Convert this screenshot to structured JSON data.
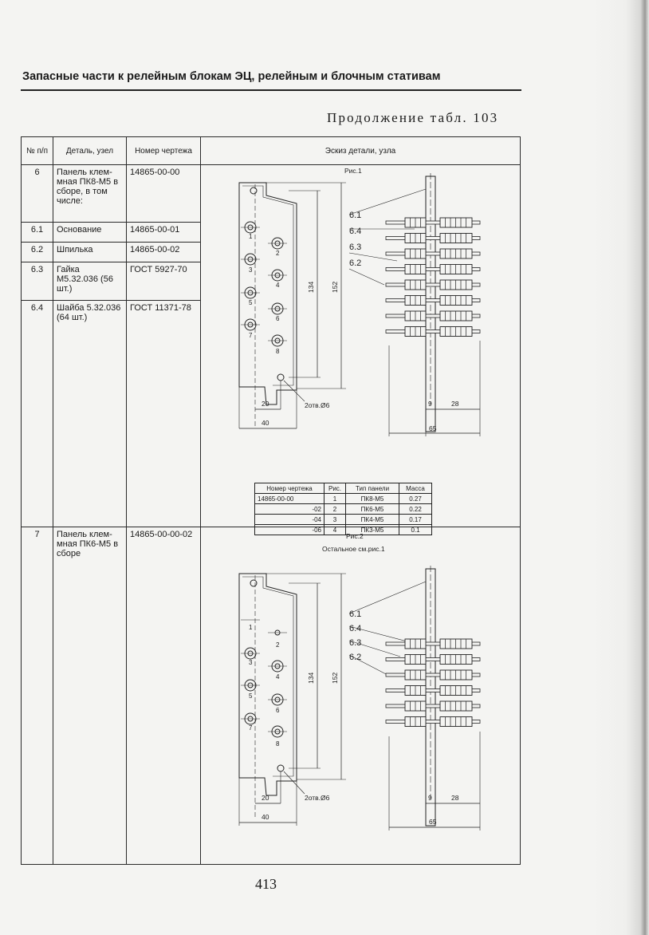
{
  "header": "Запасные части к релейным блокам ЭЦ, релейным и блочным стативам",
  "continuation": "Продолжение табл. 103",
  "table": {
    "columns": [
      "№ п/п",
      "Деталь, узел",
      "Номер чертежа",
      "Эскиз детали, узла"
    ],
    "rows": [
      {
        "num": "6",
        "part": "Панель клем-мная ПК8-М5 в сборе, в том числе:",
        "drawing": "14865-00-00"
      },
      {
        "num": "6.1",
        "part": "Основание",
        "drawing": "14865-00-01"
      },
      {
        "num": "6.2",
        "part": "Шпилька",
        "drawing": "14865-00-02"
      },
      {
        "num": "6.3",
        "part": "Гайка М5.32.036 (56 шт.)",
        "drawing": "ГОСТ 5927-70"
      },
      {
        "num": "6.4",
        "part": "Шайба 5.32.036 (64 шт.)",
        "drawing": "ГОСТ 11371-78"
      },
      {
        "num": "7",
        "part": "Панель клем-мная ПК6-М5 в сборе",
        "drawing": "14865-00-00-02"
      }
    ]
  },
  "figure1": {
    "caption": "Рис.1",
    "callouts": [
      "6.1",
      "6.4",
      "6.3",
      "6.2"
    ],
    "dims": {
      "d134": "134",
      "d152": "152",
      "d20": "20",
      "d40": "40",
      "holes": "2отв.Ø6",
      "d9": "9",
      "d28": "28",
      "d65": "65"
    },
    "pin_labels": [
      "1",
      "2",
      "3",
      "4",
      "5",
      "6",
      "7",
      "8"
    ]
  },
  "figure2": {
    "caption": "Рис.2",
    "note": "Остальное см.рис.1",
    "callouts": [
      "6.1",
      "6.4",
      "6.3",
      "6.2"
    ],
    "dims": {
      "d134": "134",
      "d152": "152",
      "d20": "20",
      "d40": "40",
      "holes": "2отв.Ø6",
      "d9": "9",
      "d28": "28",
      "d65": "65"
    },
    "pin_labels": [
      "1",
      "2",
      "3",
      "4",
      "5",
      "6",
      "7",
      "8"
    ]
  },
  "mini_table": {
    "headers": [
      "Номер чертежа",
      "Рис.",
      "Тип панели",
      "Масса"
    ],
    "rows": [
      [
        "14865-00-00",
        "1",
        "ПК8-М5",
        "0.27"
      ],
      [
        "-02",
        "2",
        "ПК6-М5",
        "0.22"
      ],
      [
        "-04",
        "3",
        "ПК4-М5",
        "0.17"
      ],
      [
        "-06",
        "4",
        "ПК3-М5",
        "0.1"
      ]
    ]
  },
  "page_number": "413"
}
